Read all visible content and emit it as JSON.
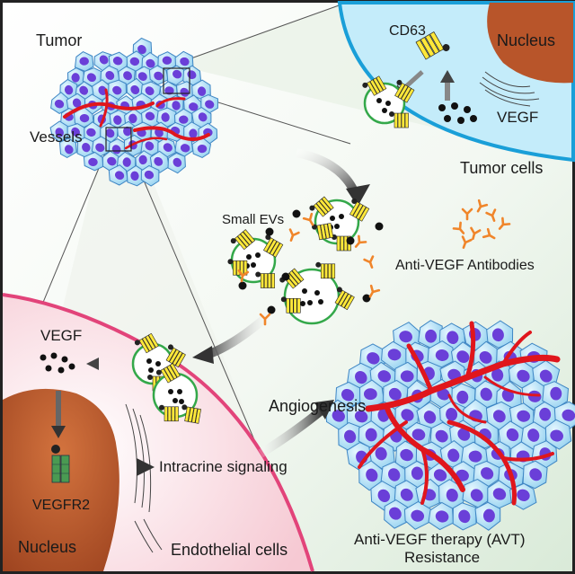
{
  "labels": {
    "tumor": "Tumor",
    "vessels": "Vessels",
    "cd63": "CD63",
    "nucleus_top": "Nucleus",
    "vegf_top": "VEGF",
    "tumor_cells": "Tumor cells",
    "small_evs": "Small EVs",
    "anti_vegf_antibodies": "Anti-VEGF Antibodies",
    "vegf_left": "VEGF",
    "angiogenesis": "Angiogenesis",
    "intracrine_signaling": "Intracrine signaling",
    "vegfr2": "VEGFR2",
    "nucleus_bottom": "Nucleus",
    "endothelial_cells": "Endothelial cells",
    "avt_line1": "Anti-VEGF therapy (AVT)",
    "avt_line2": "Resistance"
  },
  "colors": {
    "cell_fill": "#9fd6f2",
    "cell_edge": "#3f86c4",
    "cell_nucleus": "#6a3fd8",
    "vessel": "#e0161c",
    "nucleus_brown": "#b8552a",
    "ev_membrane": "#34a84a",
    "cd63_yellow": "#ffe83a",
    "antibody_orange": "#f0852a",
    "tumor_cell_panel": "#bfe9f8",
    "endothelial_panel": "#fbdde3",
    "vegfr2_green": "#4a9a52"
  }
}
